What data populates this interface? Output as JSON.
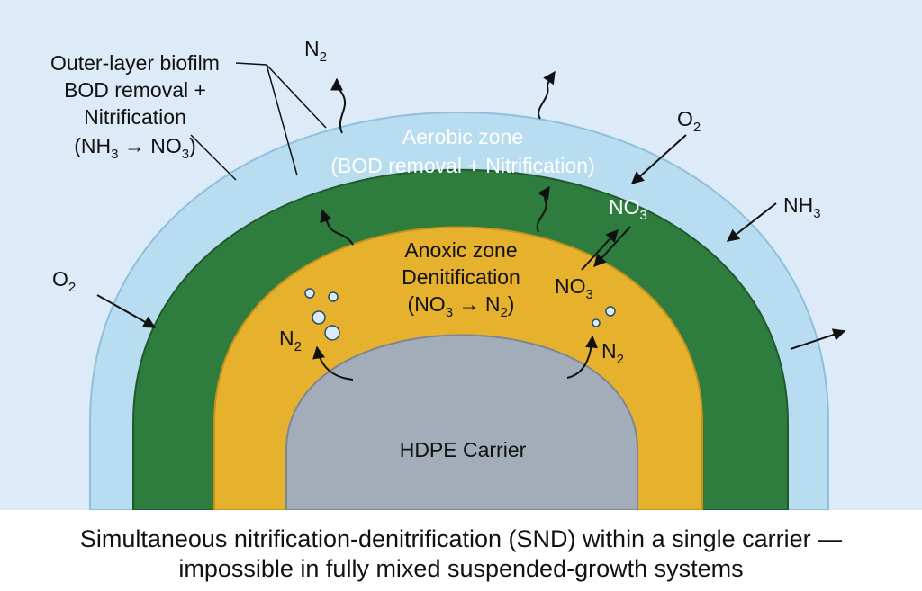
{
  "labels": {
    "outer_layer_line1": "Outer-layer biofilm",
    "outer_layer_line2": "BOD removal +",
    "outer_layer_line3": "Nitrification",
    "outer_layer_line4": {
      "a": "(NH",
      "b": "3",
      "c": " → NO",
      "d": "3",
      "e": ")"
    },
    "aerobic_line1": "Aerobic zone",
    "aerobic_line2": "(BOD removal + Nitrification)",
    "anoxic_line1": "Anoxic zone",
    "anoxic_line2": "Denitification",
    "anoxic_line3": {
      "a": "(NO",
      "b": "3",
      "c": " → N",
      "d": "2",
      "e": ")"
    },
    "carrier": "HDPE Carrier",
    "n2_top": {
      "base": "N",
      "sub": "2"
    },
    "o2_right": {
      "base": "O",
      "sub": "2"
    },
    "nh3_right": {
      "base": "NH",
      "sub": "3"
    },
    "o2_left": {
      "base": "O",
      "sub": "2"
    },
    "no3_upper": {
      "base": "NO",
      "sub": "3"
    },
    "no3_lower": {
      "base": "NO",
      "sub": "3"
    },
    "n2_left": {
      "base": "N",
      "sub": "2"
    },
    "n2_right": {
      "base": "N",
      "sub": "2"
    }
  },
  "caption": {
    "line1": "Simultaneous nitrification-denitrification (SND) within a single carrier —",
    "line2": "impossible in fully mixed suspended-growth systems"
  },
  "colors": {
    "background": "#dcebf7",
    "outer_layer": "#b8dcf0",
    "aerobic_zone": "#2e7d3e",
    "anoxic_zone": "#e6b22e",
    "carrier": "#a3adb9"
  }
}
